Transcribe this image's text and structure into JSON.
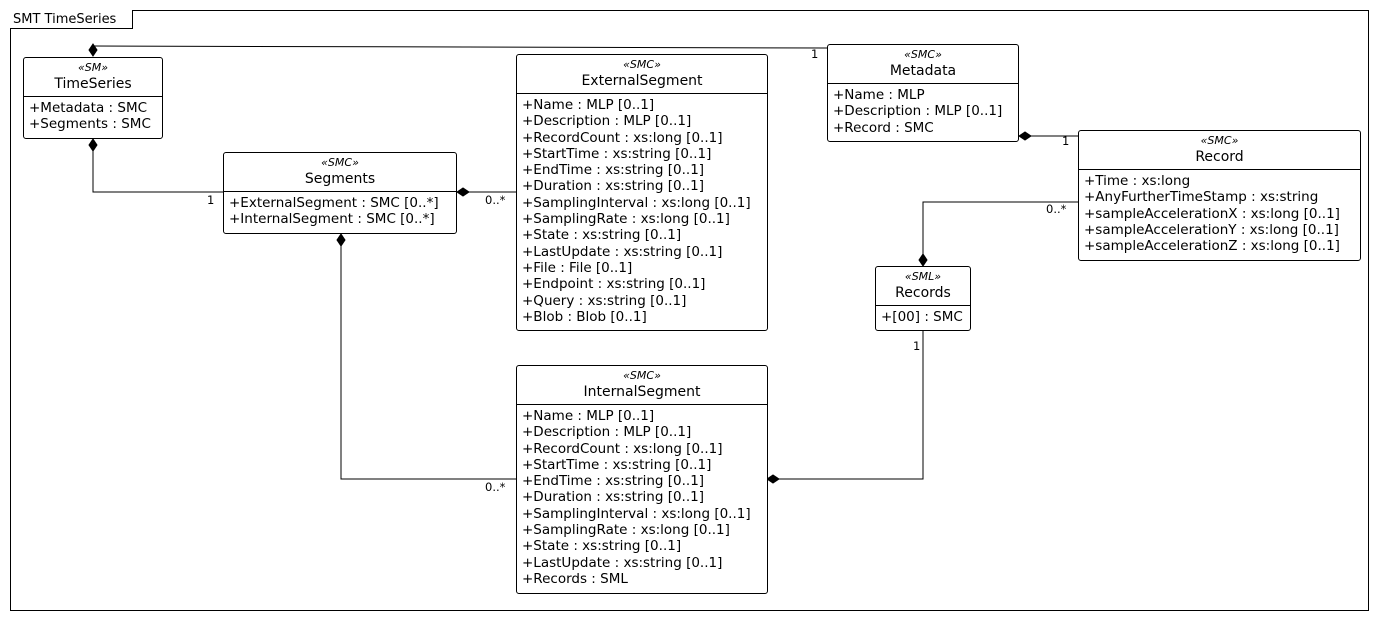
{
  "frame": {
    "title": "SMT TimeSeries"
  },
  "classes": {
    "timeseries": {
      "stereotype": "«SM»",
      "name": "TimeSeries",
      "attributes": [
        "+Metadata : SMC",
        "+Segments : SMC"
      ]
    },
    "segments": {
      "stereotype": "«SMC»",
      "name": "Segments",
      "attributes": [
        "+ExternalSegment : SMC [0..*]",
        "+InternalSegment : SMC [0..*]"
      ]
    },
    "external_segment": {
      "stereotype": "«SMC»",
      "name": "ExternalSegment",
      "attributes": [
        "+Name : MLP [0..1]",
        "+Description : MLP [0..1]",
        "+RecordCount : xs:long [0..1]",
        "+StartTime : xs:string [0..1]",
        "+EndTime : xs:string [0..1]",
        "+Duration : xs:string [0..1]",
        "+SamplingInterval : xs:long [0..1]",
        "+SamplingRate : xs:long [0..1]",
        "+State : xs:string [0..1]",
        "+LastUpdate : xs:string [0..1]",
        "+File : File [0..1]",
        "+Endpoint : xs:string [0..1]",
        "+Query : xs:string [0..1]",
        "+Blob : Blob [0..1]"
      ]
    },
    "metadata": {
      "stereotype": "«SMC»",
      "name": "Metadata",
      "attributes": [
        "+Name : MLP",
        "+Description : MLP [0..1]",
        "+Record : SMC"
      ]
    },
    "record": {
      "stereotype": "«SMC»",
      "name": "Record",
      "attributes": [
        "+Time : xs:long",
        "+AnyFurtherTimeStamp : xs:string",
        "+sampleAccelerationX : xs:long [0..1]",
        "+sampleAccelerationY : xs:long [0..1]",
        "+sampleAccelerationZ : xs:long [0..1]"
      ]
    },
    "records": {
      "stereotype": "«SML»",
      "name": "Records",
      "attributes": [
        "+[00] : SMC"
      ]
    },
    "internal_segment": {
      "stereotype": "«SMC»",
      "name": "InternalSegment",
      "attributes": [
        "+Name : MLP [0..1]",
        "+Description : MLP [0..1]",
        "+RecordCount : xs:long [0..1]",
        "+StartTime : xs:string [0..1]",
        "+EndTime : xs:string [0..1]",
        "+Duration : xs:string [0..1]",
        "+SamplingInterval : xs:long [0..1]",
        "+SamplingRate : xs:long [0..1]",
        "+State : xs:string [0..1]",
        "+LastUpdate : xs:string [0..1]",
        "+Records : SML"
      ]
    }
  },
  "multiplicities": {
    "timeseries_metadata": "1",
    "timeseries_segments": "1",
    "segments_external": "0..*",
    "segments_internal": "0..*",
    "metadata_record": "1",
    "record_records": "0..*",
    "records_internal": "1"
  }
}
